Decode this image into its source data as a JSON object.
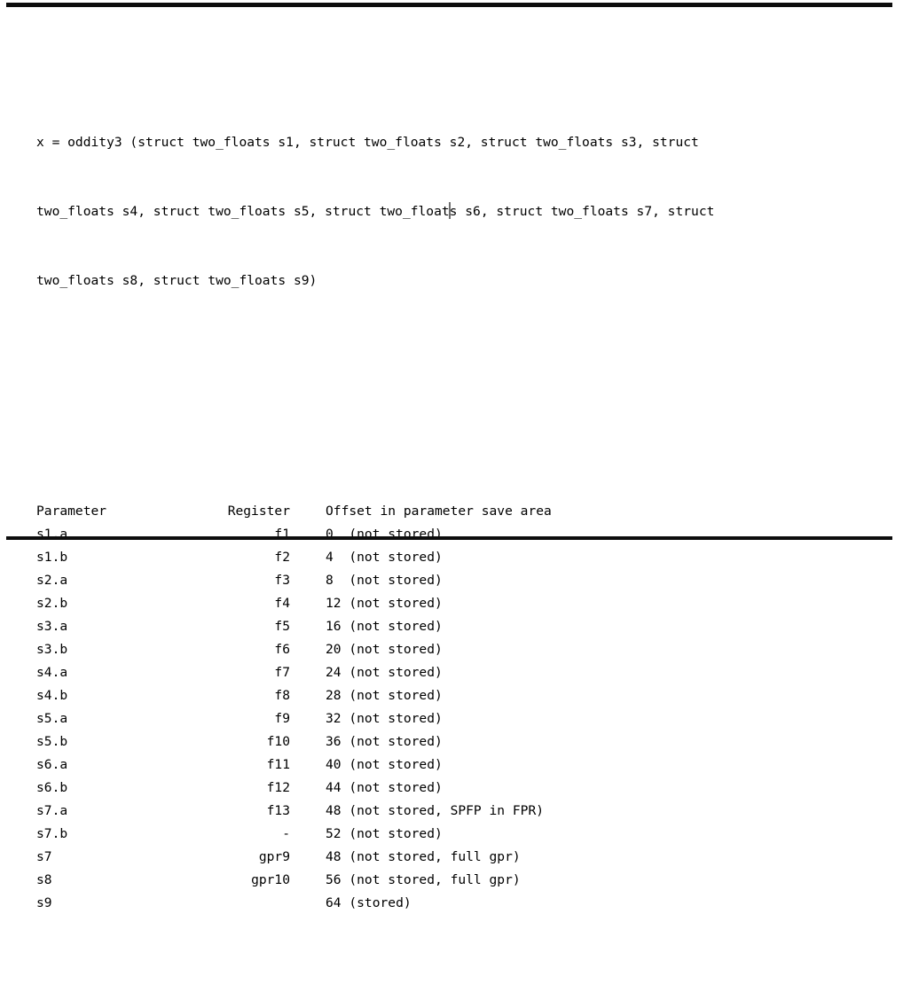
{
  "document": {
    "signature": {
      "line1_before_caret": "x = oddity3 (struct two_floats s1, struct two_floats s2, struct two_floats s3, struct",
      "line2_before_caret": "two_floats s4, struct two_floats s5, struct two_float",
      "line2_after_caret": "s s6, struct two_floats s7, struct",
      "line3": "two_floats s8, struct two_floats s9)",
      "full_text": "x = oddity3 (struct two_floats s1, struct two_floats s2, struct two_floats s3, struct two_floats s4, struct two_floats s5, struct two_floats s6, struct two_floats s7, struct two_floats s8, struct two_floats s9)"
    },
    "table": {
      "headers": {
        "parameter": "Parameter",
        "register": "Register",
        "offset": "Offset in parameter save area"
      },
      "rows": [
        {
          "parameter": "s1.a",
          "register": "f1",
          "offset": "0",
          "note": "(not stored)"
        },
        {
          "parameter": "s1.b",
          "register": "f2",
          "offset": "4",
          "note": "(not stored)"
        },
        {
          "parameter": "s2.a",
          "register": "f3",
          "offset": "8",
          "note": "(not stored)"
        },
        {
          "parameter": "s2.b",
          "register": "f4",
          "offset": "12",
          "note": "(not stored)"
        },
        {
          "parameter": "s3.a",
          "register": "f5",
          "offset": "16",
          "note": "(not stored)"
        },
        {
          "parameter": "s3.b",
          "register": "f6",
          "offset": "20",
          "note": "(not stored)"
        },
        {
          "parameter": "s4.a",
          "register": "f7",
          "offset": "24",
          "note": "(not stored)"
        },
        {
          "parameter": "s4.b",
          "register": "f8",
          "offset": "28",
          "note": "(not stored)"
        },
        {
          "parameter": "s5.a",
          "register": "f9",
          "offset": "32",
          "note": "(not stored)"
        },
        {
          "parameter": "s5.b",
          "register": "f10",
          "offset": "36",
          "note": "(not stored)"
        },
        {
          "parameter": "s6.a",
          "register": "f11",
          "offset": "40",
          "note": "(not stored)"
        },
        {
          "parameter": "s6.b",
          "register": "f12",
          "offset": "44",
          "note": "(not stored)"
        },
        {
          "parameter": "s7.a",
          "register": "f13",
          "offset": "48",
          "note": "(not stored, SPFP in FPR)"
        },
        {
          "parameter": "s7.b",
          "register": "-",
          "offset": "52",
          "note": "(not stored)"
        },
        {
          "parameter": "s7",
          "register": "gpr9",
          "offset": "48",
          "note": "(not stored, full gpr)"
        },
        {
          "parameter": "s8",
          "register": "gpr10",
          "offset": "56",
          "note": "(not stored, full gpr)"
        },
        {
          "parameter": "s9",
          "register": "",
          "offset": "64",
          "note": "(stored)"
        }
      ]
    },
    "caret": {
      "visible": true,
      "color": "#6e6e6e"
    },
    "rules": {
      "color": "#0d0d0d"
    }
  }
}
